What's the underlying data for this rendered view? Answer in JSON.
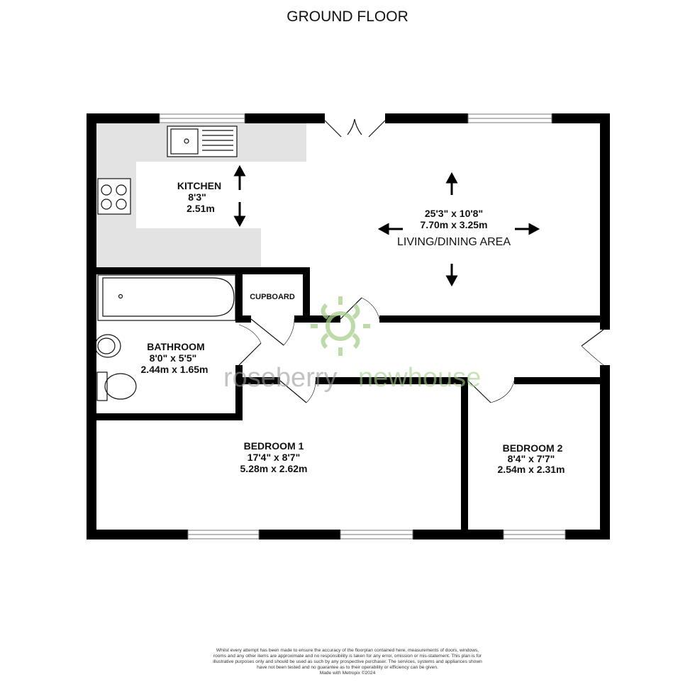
{
  "title": "GROUND FLOOR",
  "rooms": {
    "kitchen": {
      "name": "KITCHEN",
      "imperial": "8'3\"",
      "metric": "2.51m"
    },
    "living": {
      "name": "LIVING/DINING AREA",
      "imperial": "25'3\"  x 10'8\"",
      "metric": "7.70m  x 3.25m"
    },
    "bathroom": {
      "name": "BATHROOM",
      "imperial": "8'0\"  x 5'5\"",
      "metric": "2.44m  x 1.65m"
    },
    "cupboard": {
      "name": "CUPBOARD"
    },
    "bedroom1": {
      "name": "BEDROOM 1",
      "imperial": "17'4\"  x 8'7\"",
      "metric": "5.28m  x 2.62m"
    },
    "bedroom2": {
      "name": "BEDROOM 2",
      "imperial": "8'4\"  x 7'7\"",
      "metric": "2.54m  x 2.31m"
    }
  },
  "watermark": {
    "part1": "roseberry",
    "part2": "newhouse",
    "color1": "#9a9a9a",
    "color2": "#a8d08d"
  },
  "disclaimer": "Whilst every attempt has been made to ensure the accuracy of the floorplan contained here, measurements of doors, windows, rooms and any other items are approximate and no responsibility is taken for any error, omission or mis-statement. This plan is for illustrative purposes only and should be used as such by any prospective purchaser. The services, systems and appliances shown have not been tested and no guarantee as to their operability or efficiency can be given.",
  "credit": "Made with Metropix ©2024",
  "colors": {
    "wall": "#000000",
    "counter": "#e3e3e3"
  }
}
